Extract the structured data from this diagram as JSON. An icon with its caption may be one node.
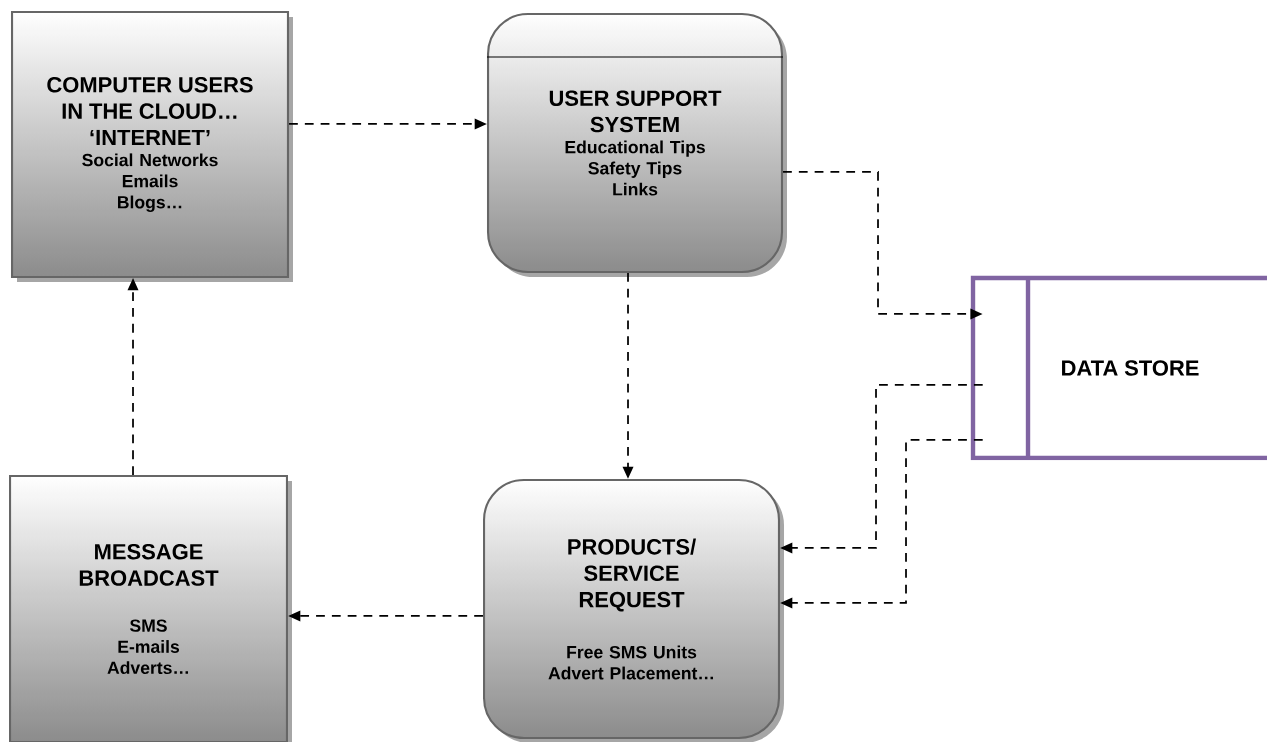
{
  "diagram": {
    "nodes": [
      {
        "text": [
          "COMPUTER USERS IN THE CLOUD…",
          "‘INTERNET’",
          "Social Networks",
          "Emails",
          "Blogs…"
        ]
      },
      {
        "text": [
          "USER SUPPORT SYSTEM",
          "Educational Tips",
          "Safety Tips",
          "Links"
        ]
      },
      {
        "text": [
          "DATA STORE"
        ]
      },
      {
        "text": [
          "MESSAGE BROADCAST",
          "SMS",
          "E-mails",
          "Adverts…"
        ]
      },
      {
        "text": [
          "PRODUCTS/ SERVICE REQUEST",
          "Free SMS Units",
          "Advert Placement…"
        ]
      }
    ],
    "edges": [
      {
        "from": 0,
        "to": 1,
        "arrow": "to",
        "style": "dashed"
      },
      {
        "from": 1,
        "to": 2,
        "arrow": "to",
        "style": "dashed"
      },
      {
        "from": 1,
        "to": 4,
        "arrow": "to",
        "style": "dashed"
      },
      {
        "from": 2,
        "to": 4,
        "arrow": "to",
        "style": "dashed"
      },
      {
        "from": 2,
        "to": 4,
        "arrow": "to",
        "style": "dashed"
      },
      {
        "from": 4,
        "to": 3,
        "arrow": "to",
        "style": "dashed"
      },
      {
        "from": 3,
        "to": 0,
        "arrow": "to",
        "style": "dashed"
      }
    ]
  }
}
